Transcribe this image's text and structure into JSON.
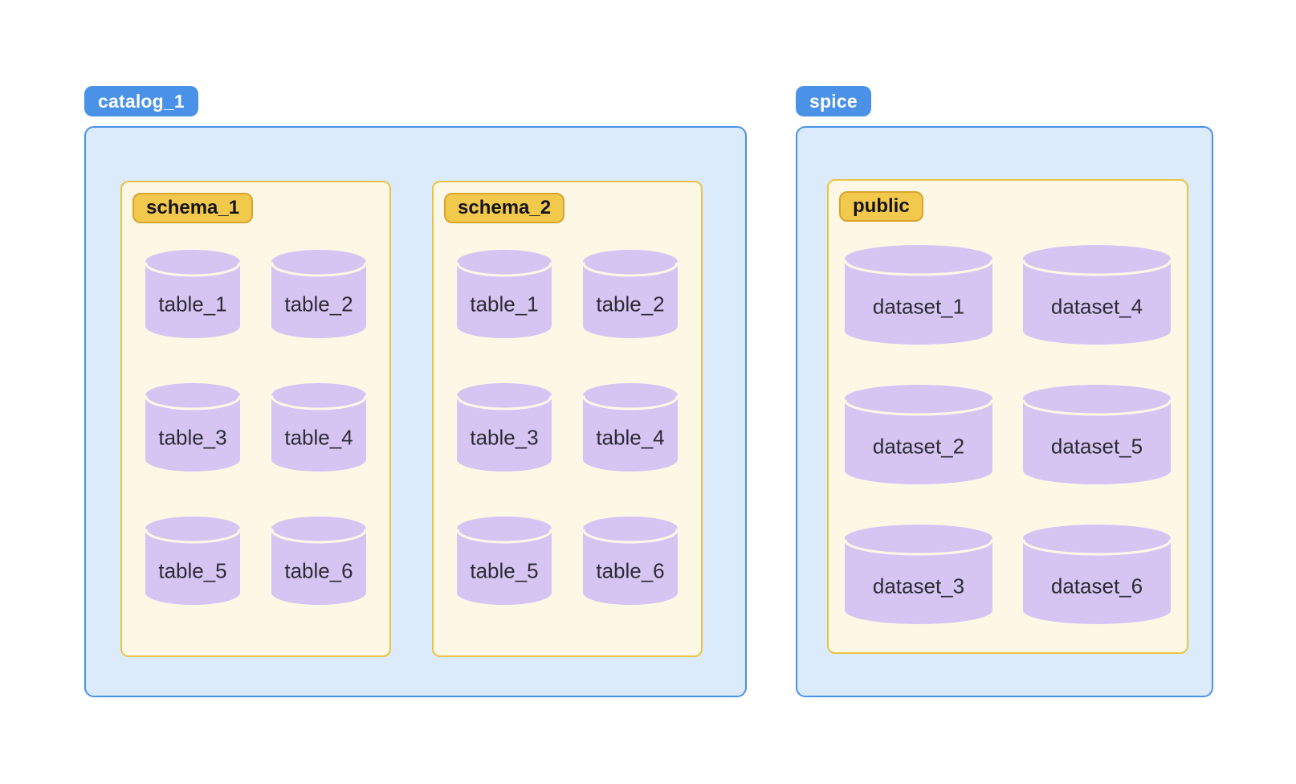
{
  "diagram": {
    "groups": [
      {
        "badge": "catalog_1",
        "schemas": [
          {
            "badge": "schema_1",
            "items": [
              "table_1",
              "table_2",
              "table_3",
              "table_4",
              "table_5",
              "table_6"
            ]
          },
          {
            "badge": "schema_2",
            "items": [
              "table_1",
              "table_2",
              "table_3",
              "table_4",
              "table_5",
              "table_6"
            ]
          }
        ]
      },
      {
        "badge": "spice",
        "schemas": [
          {
            "badge": "public",
            "items": [
              "dataset_1",
              "dataset_2",
              "dataset_3",
              "dataset_4",
              "dataset_5",
              "dataset_6"
            ]
          }
        ]
      }
    ]
  },
  "colors": {
    "badge_blue": "#4a91e8",
    "badge_blue_text": "#ffffff",
    "container_bg": "#dcebfb",
    "container_border": "#4a91e8",
    "schema_bg": "#fdf8e6",
    "schema_border": "#eac345",
    "badge_yellow_bg": "#f3c94d",
    "badge_yellow_border": "#d9a42e",
    "cylinder_fill": "#d6c5f3",
    "label_text": "#2d2c35",
    "page_bg": "#ffffff"
  }
}
